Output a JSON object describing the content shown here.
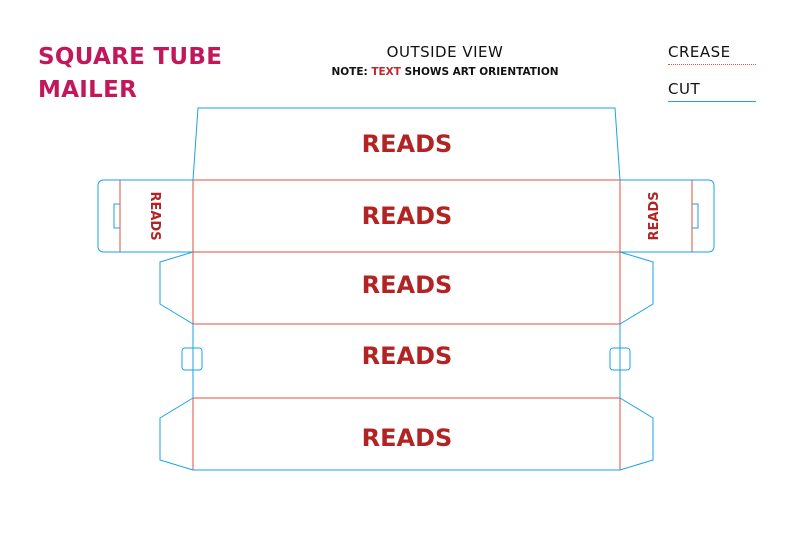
{
  "title": {
    "line1": "SQUARE TUBE",
    "line2": "MAILER"
  },
  "header": {
    "view": "OUTSIDE VIEW",
    "note_prefix": "NOTE:",
    "note_highlight": "TEXT",
    "note_suffix": "SHOWS ART ORIENTATION"
  },
  "legend": {
    "crease": "CREASE",
    "cut": "CUT"
  },
  "panels": [
    {
      "label": "READS"
    },
    {
      "label": "READS"
    },
    {
      "label": "READS"
    },
    {
      "label": "READS"
    },
    {
      "label": "READS"
    }
  ],
  "side_flaps": {
    "left_label": "READS",
    "right_label": "READS"
  },
  "colors": {
    "cut": "#1aa3e8",
    "crease": "#e0523c",
    "title": "#c2185b",
    "text_highlight": "#c0282d"
  }
}
